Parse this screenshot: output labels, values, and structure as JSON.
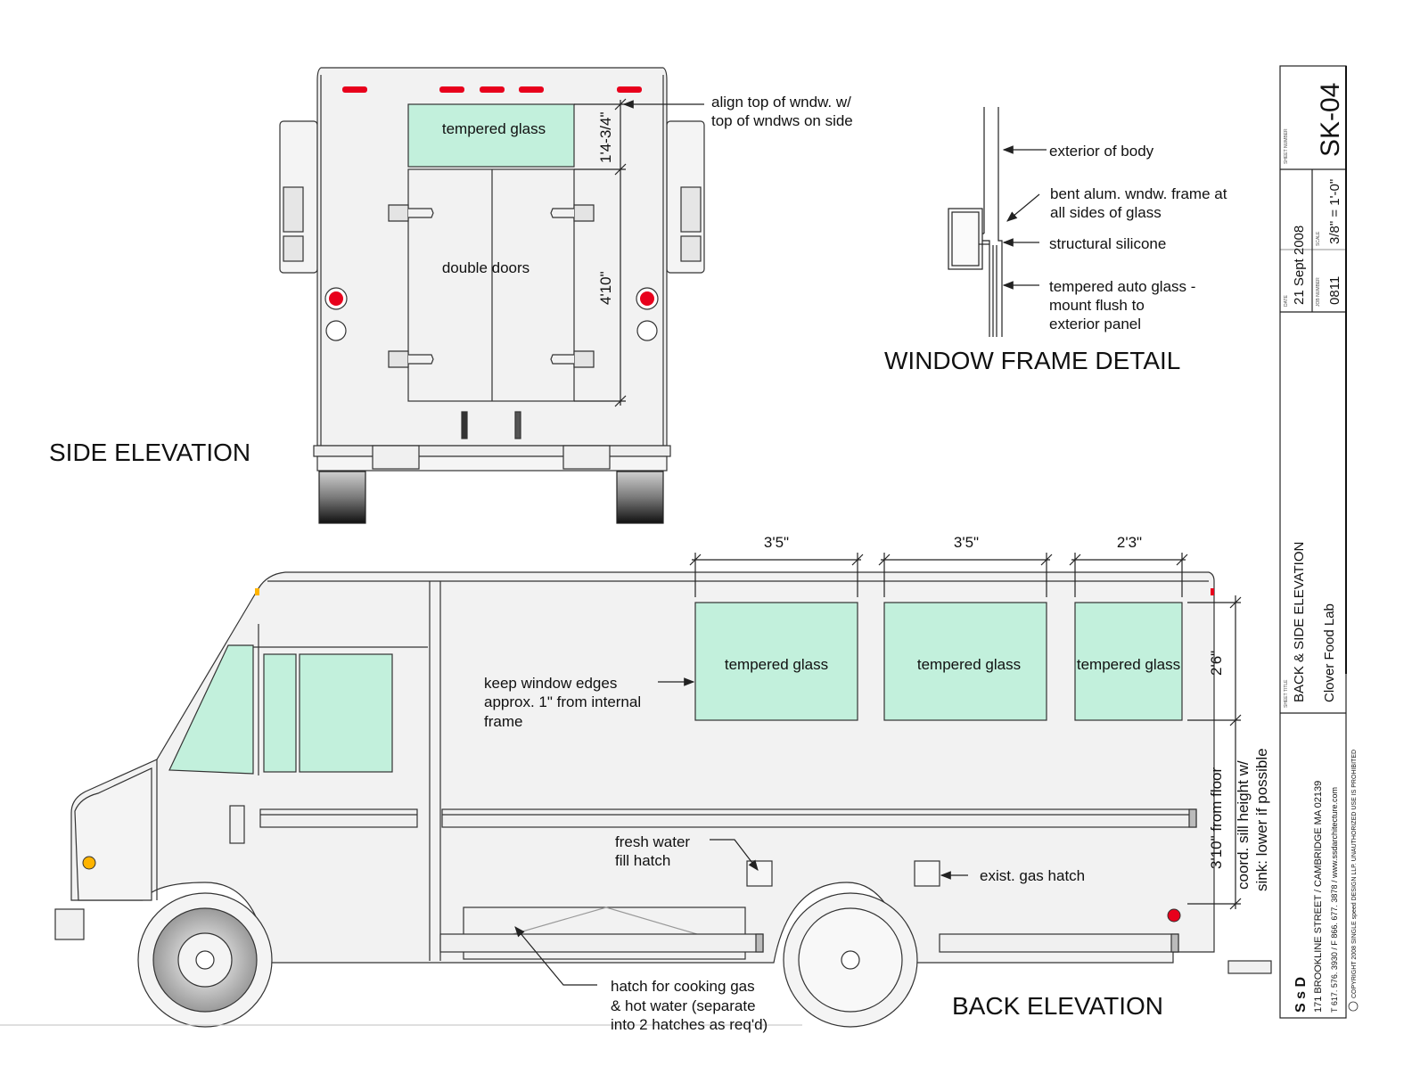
{
  "titles": {
    "side_elevation": "SIDE ELEVATION",
    "back_elevation": "BACK ELEVATION",
    "window_frame_detail": "WINDOW FRAME DETAIL"
  },
  "rear_view": {
    "glass_label": "tempered glass",
    "doors_label": "double doors",
    "dim_glass": "1'4-3/4\"",
    "dim_doors": "4'10\"",
    "align_note": [
      "align top of wndw. w/",
      "top of wndws on side"
    ]
  },
  "detail": {
    "notes": [
      [
        "exterior of body"
      ],
      [
        "bent alum. wndw. frame at",
        "all sides of glass"
      ],
      [
        "structural silicone"
      ],
      [
        "tempered auto glass -",
        "mount flush to",
        "exterior panel"
      ]
    ]
  },
  "side_view": {
    "windows": [
      {
        "label": "tempered glass",
        "dim": "3'5\""
      },
      {
        "label": "tempered glass",
        "dim": "3'5\""
      },
      {
        "label": "tempered glass",
        "dim": "2'3\""
      }
    ],
    "dim_window_height": "2'6\"",
    "dim_sill": "3'10\" from floor",
    "sill_note": [
      "coord. sill height w/",
      "sink:  lower if possible"
    ],
    "edge_note": [
      "keep window edges",
      "approx. 1\" from internal",
      "frame"
    ],
    "fresh_water_note": [
      "fresh water",
      "fill hatch"
    ],
    "gas_note": "exist. gas hatch",
    "hatch_note": [
      "hatch for cooking gas",
      "& hot water (separate",
      "into 2 hatches as req'd)"
    ]
  },
  "title_block": {
    "sheet_number_label": "SHEET NUMBER",
    "sheet_number": "SK-04",
    "date_label": "DATE",
    "date": "21 Sept 2008",
    "scale_label": "SCALE",
    "scale": "3/8\" = 1'-0\"",
    "job_number_label": "JOB NUMBER",
    "job_number": "0811",
    "sheet_title_label": "SHEET TITLE",
    "sheet_title": "BACK & SIDE ELEVATION",
    "project": "Clover Food Lab",
    "firm": "S  s  D",
    "address": "171 BROOKLINE STREET   /    CAMBRIDGE  MA  02139",
    "contact": "T 617. 576. 3930  /   F 866. 677. 3878   /   www.ssdarchitecture.com",
    "copyright": "COPYRIGHT 2008 SINGLE speed DESIGN LLP.  UNAUTHORIZED USE IS PROHIBITED"
  },
  "colors": {
    "glass": "#c2f0dc",
    "light": "#e8001c",
    "line": "#222222",
    "body": "#f2f2f2"
  }
}
